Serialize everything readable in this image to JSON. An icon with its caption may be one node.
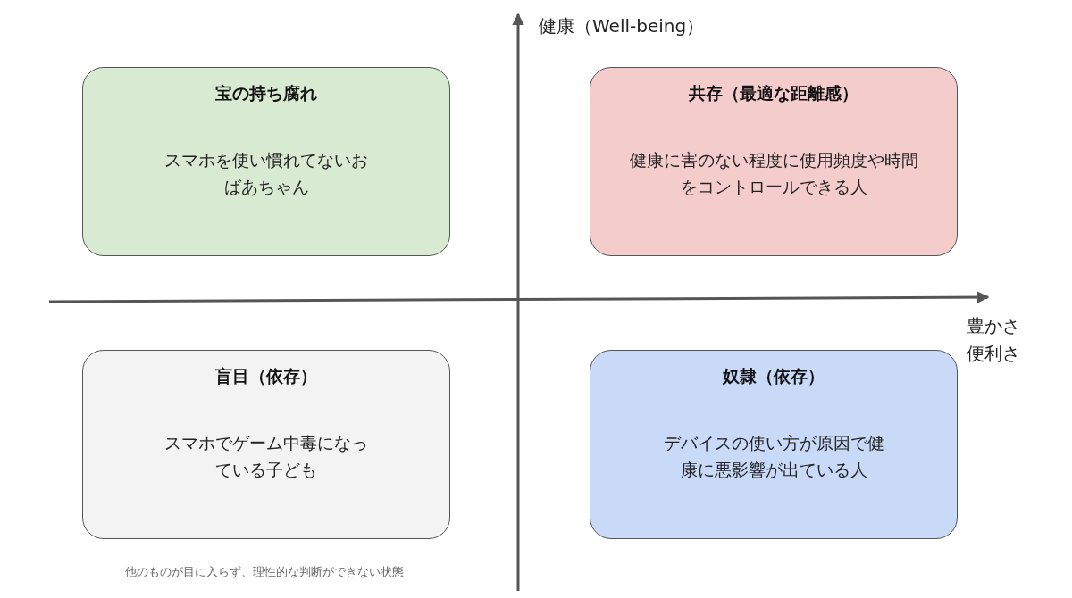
{
  "diagram": {
    "nodes": [
      {
        "text": [
          "宝の持ち腐れ",
          "スマホを使い慣れてないおばあちゃん"
        ]
      },
      {
        "text": [
          "共存（最適な距離感）",
          "健康に害のない程度に使用頻度や時間をコントロールできる人"
        ]
      },
      {
        "text": [
          "盲目（依存）",
          "スマホでゲーム中毒になっている子ども"
        ]
      },
      {
        "text": [
          "奴隷（依存）",
          "デバイスの使い方が原因で健康に悪影響が出ている人"
        ]
      }
    ],
    "labels": [
      "健康（Well-being）",
      "豊かさ",
      "便利さ",
      "他のものが目に入らず、理性的な判断ができない状態"
    ]
  }
}
